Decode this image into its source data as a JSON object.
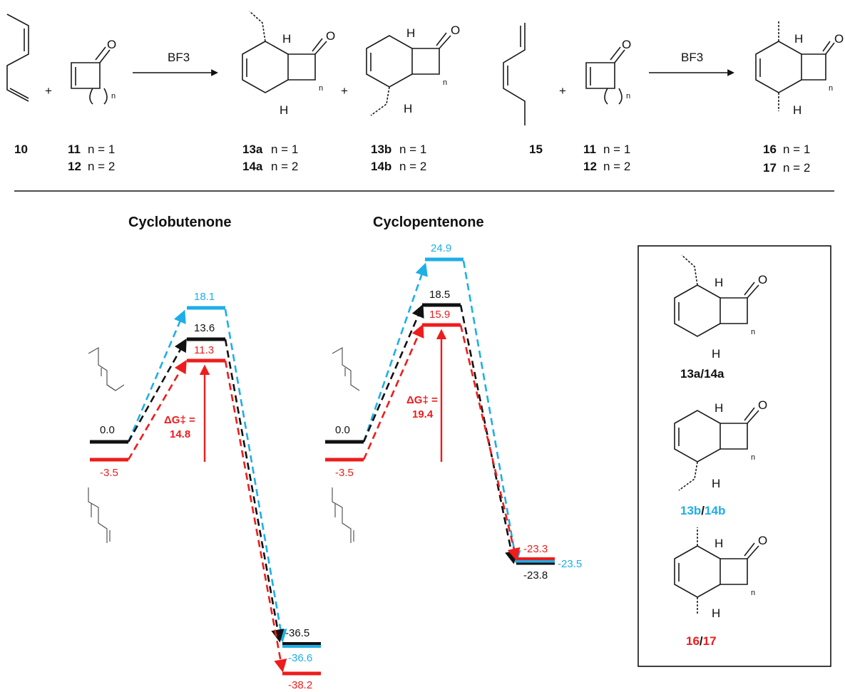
{
  "reactions": {
    "r1": {
      "diene": "10",
      "dienophile_a": "11",
      "dienophile_a_n": "n = 1",
      "dienophile_b": "12",
      "dienophile_b_n": "n = 2",
      "catalyst": "BF3",
      "plus1": "+",
      "plus2": "+",
      "product_a_1": "13a",
      "product_a_1_n": "n = 1",
      "product_a_2": "14a",
      "product_a_2_n": "n = 2",
      "product_b_1": "13b",
      "product_b_1_n": "n = 1",
      "product_b_2": "14b",
      "product_b_2_n": "n = 2"
    },
    "r2": {
      "diene": "15",
      "dienophile_a": "11",
      "dienophile_a_n": "n = 1",
      "dienophile_b": "12",
      "dienophile_b_n": "n = 2",
      "catalyst": "BF3",
      "plus": "+",
      "product_1": "16",
      "product_1_n": "n = 1",
      "product_2": "17",
      "product_2_n": "n = 2"
    }
  },
  "atoms": {
    "oxygen": "O",
    "hydrogen": "H",
    "n_sub": "n"
  },
  "profiles": {
    "left": {
      "title": "Cyclobutenone",
      "barrier_label": "ΔG‡ =",
      "barrier_value": "14.8",
      "values": {
        "start_black": "0.0",
        "start_red": "-3.5",
        "ts_blue": "18.1",
        "ts_black": "13.6",
        "ts_red": "11.3",
        "end_black": "-36.5",
        "end_blue": "-36.6",
        "end_red": "-38.2"
      }
    },
    "right": {
      "title": "Cyclopentenone",
      "barrier_label": "ΔG‡ =",
      "barrier_value": "19.4",
      "values": {
        "start_black": "0.0",
        "start_red": "-3.5",
        "ts_blue": "24.9",
        "ts_black": "18.5",
        "ts_red": "15.9",
        "end_red": "-23.3",
        "end_blue": "-23.5",
        "end_black": "-23.8"
      }
    }
  },
  "legend": {
    "a": {
      "p1": "13a",
      "sep": "/",
      "p2": "14a"
    },
    "b": {
      "p1": "13b",
      "sep": "/",
      "p2": "14b"
    },
    "c": {
      "p1": "16",
      "sep": "/",
      "p2": "17"
    }
  },
  "colors": {
    "black": "#111111",
    "red": "#ee1c1c",
    "blue": "#1eaee8"
  }
}
